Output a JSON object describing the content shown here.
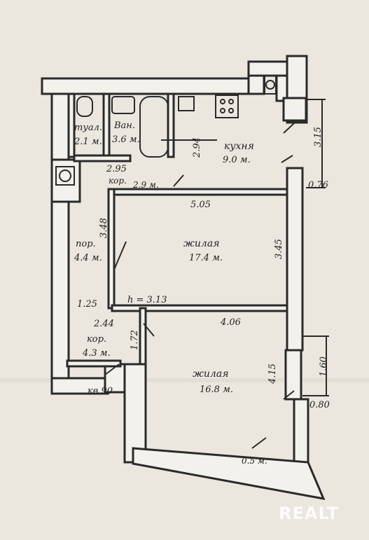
{
  "plan": {
    "rooms": {
      "toilet": {
        "name": "туал.",
        "area": "2.1 м."
      },
      "bath": {
        "name": "Ван.",
        "area": "3.6 м."
      },
      "kitchen": {
        "name": "кухня",
        "area": "9.0 м."
      },
      "corridor_top": {
        "name": "кор.",
        "area": "2.9 м."
      },
      "hall": {
        "name": "пор.",
        "area": "4.4 м."
      },
      "living1": {
        "name": "жилая",
        "area": "17.4 м."
      },
      "corridor": {
        "name": "кор.",
        "area": "4.3 м."
      },
      "living2": {
        "name": "жилая",
        "area": "16.8 м."
      },
      "balcony": {
        "area": "0.5 м."
      }
    },
    "dimensions": {
      "d_295": "2.95",
      "d_294": "2.94",
      "d_315": "3.15",
      "d_076": "0.76",
      "d_505": "5.05",
      "d_348": "3.48",
      "d_345": "3.45",
      "d_125": "1.25",
      "d_244": "2.44",
      "d_406": "4.06",
      "d_172": "1.72",
      "d_415": "4.15",
      "d_160": "1.60",
      "d_080": "0.80"
    },
    "ceiling_height": "h = 3.13",
    "apartment_label": "кв 90"
  },
  "watermark": "REALT"
}
